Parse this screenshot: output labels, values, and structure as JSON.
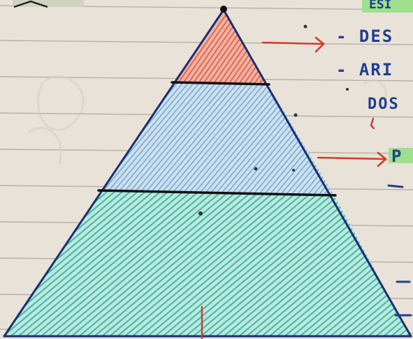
{
  "notes": {
    "top_right_fragment": "ESI",
    "line_1": "- DES",
    "line_2": "- ARI",
    "line_3": "DOS",
    "line_4": "P"
  },
  "colors": {
    "paper": "#e9e2d8",
    "rule_line": "#b7b0a7",
    "ink_blue": "#1f3f8f",
    "red_section": "#e06a55",
    "blue_section": "#7aaed6",
    "green_section": "#49bca8",
    "red_arrow": "#d23a2e",
    "highlighter_green": "#9fe08c"
  },
  "icons": {
    "apex_dot": "dot",
    "arrow_1": "red-arrow-right",
    "arrow_2": "red-arrow-right"
  }
}
